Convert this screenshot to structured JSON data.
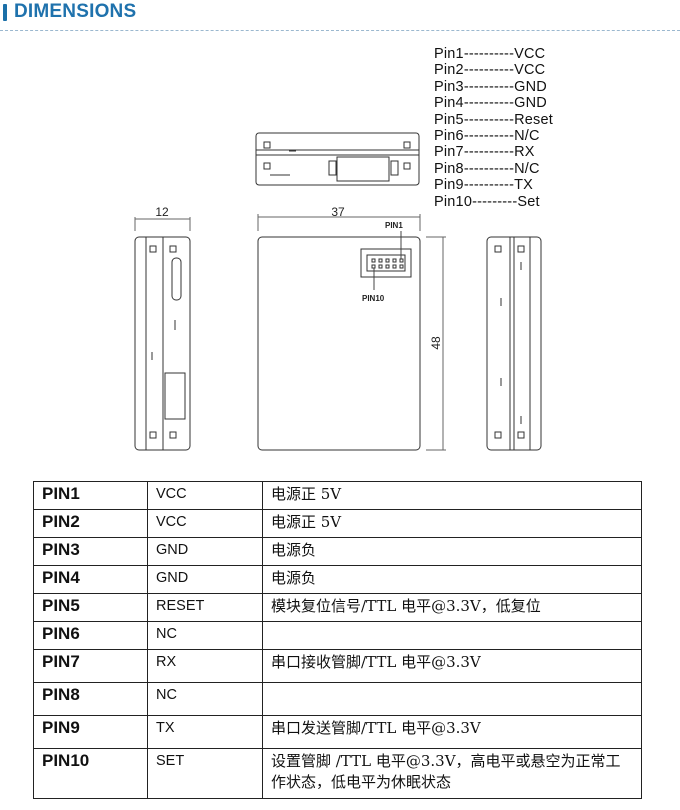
{
  "header": {
    "title": "DIMENSIONS"
  },
  "pin_list": [
    "Pin1----------VCC",
    "Pin2----------VCC",
    "Pin3----------GND",
    "Pin4----------GND",
    "Pin5----------Reset",
    "Pin6----------N/C",
    "Pin7----------RX",
    "Pin8----------N/C",
    "Pin9----------TX",
    "Pin10---------Set"
  ],
  "drawing": {
    "dim_width_side": "12",
    "dim_width_front": "37",
    "dim_height": "48",
    "pin1_label": "PIN1",
    "pin10_label": "PIN10"
  },
  "table": {
    "rows": [
      {
        "pin": "PIN1",
        "name": "VCC",
        "desc": "电源正  5V"
      },
      {
        "pin": "PIN2",
        "name": "VCC",
        "desc": "电源正  5V"
      },
      {
        "pin": "PIN3",
        "name": "GND",
        "desc": "电源负"
      },
      {
        "pin": "PIN4",
        "name": "GND",
        "desc": "电源负"
      },
      {
        "pin": "PIN5",
        "name": "RESET",
        "desc": "模块复位信号/TTL 电平@3.3V，低复位"
      },
      {
        "pin": "PIN6",
        "name": "NC",
        "desc": ""
      },
      {
        "pin": "PIN7",
        "name": "RX",
        "desc": "串口接收管脚/TTL 电平@3.3V"
      },
      {
        "pin": "PIN8",
        "name": "NC",
        "desc": ""
      },
      {
        "pin": "PIN9",
        "name": "TX",
        "desc": "串口发送管脚/TTL 电平@3.3V"
      },
      {
        "pin": "PIN10",
        "name": "SET",
        "desc": "设置管脚 /TTL 电平@3.3V，高电平或悬空为正常工作状态，低电平为休眠状态"
      }
    ]
  }
}
